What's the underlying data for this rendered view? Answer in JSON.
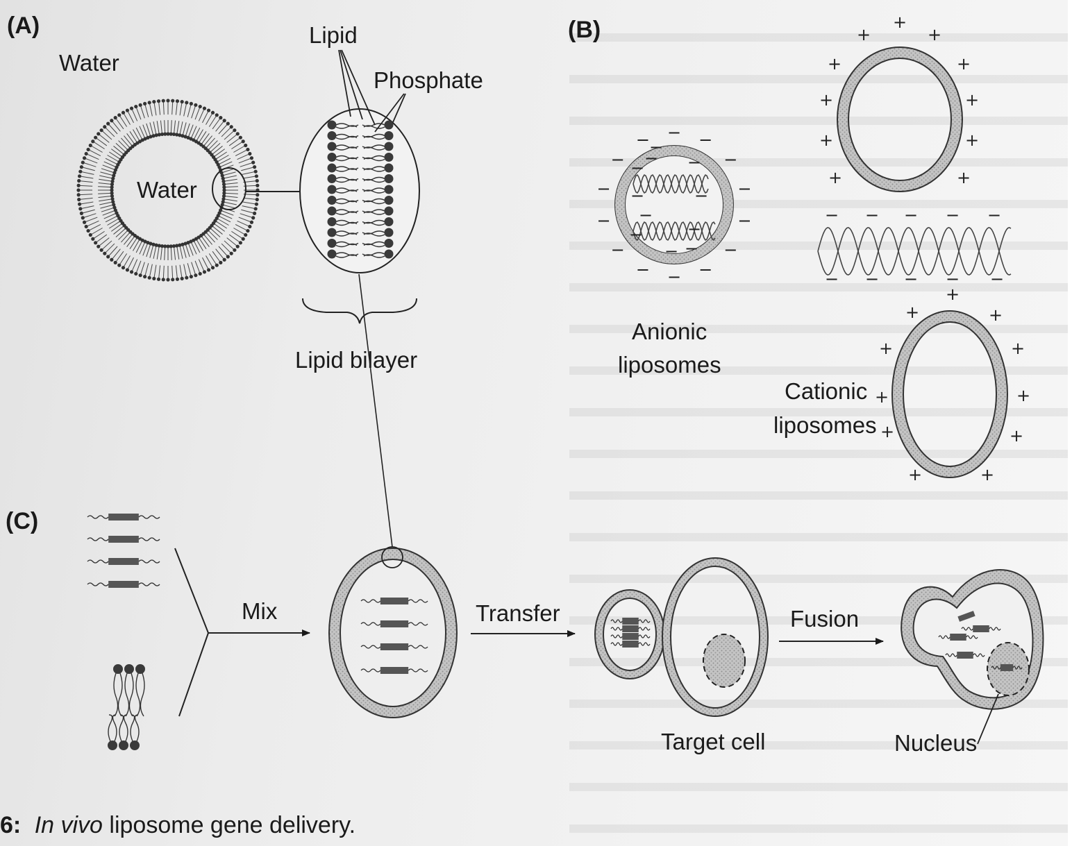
{
  "panels": {
    "a": "(A)",
    "b": "(B)",
    "c": "(C)"
  },
  "labels": {
    "water_outer": "Water",
    "water_inner": "Water",
    "lipid": "Lipid",
    "phosphate": "Phosphate",
    "lipid_bilayer": "Lipid bilayer",
    "anionic_1": "Anionic",
    "anionic_2": "liposomes",
    "cationic_1": "Cationic",
    "cationic_2": "liposomes",
    "mix": "Mix",
    "transfer": "Transfer",
    "fusion": "Fusion",
    "target_cell": "Target cell",
    "nucleus": "Nucleus"
  },
  "signs": {
    "minus": "−",
    "plus": "+"
  },
  "caption": {
    "prefix": "6:",
    "italic": "In vivo",
    "rest": " liposome gene delivery."
  },
  "colors": {
    "ink": "#1a1a1a",
    "membrane_fill": "#b9b9b9",
    "page": "#ececec"
  }
}
